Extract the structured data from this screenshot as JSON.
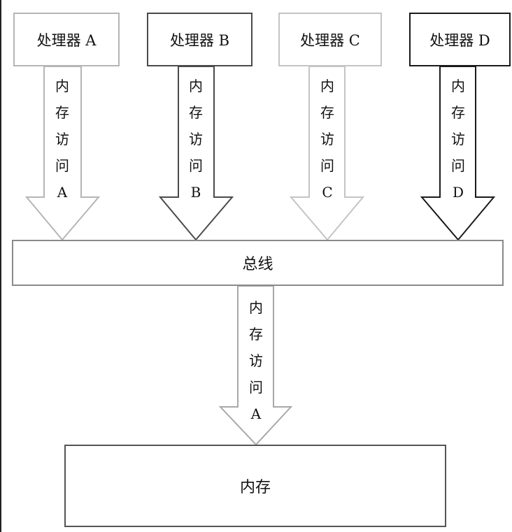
{
  "processors": [
    {
      "label": "处理器 A",
      "color": "#b5b5b5",
      "access": [
        "内",
        "存",
        "访",
        "问",
        "A"
      ]
    },
    {
      "label": "处理器 B",
      "color": "#4a4a4a",
      "access": [
        "内",
        "存",
        "访",
        "问",
        "B"
      ]
    },
    {
      "label": "处理器 C",
      "color": "#c4c4c4",
      "access": [
        "内",
        "存",
        "访",
        "问",
        "C"
      ]
    },
    {
      "label": "处理器 D",
      "color": "#1a1a1a",
      "access": [
        "内",
        "存",
        "访",
        "问",
        "D"
      ]
    }
  ],
  "bus": {
    "label": "总线",
    "color": "#8a8a8a"
  },
  "bus_access": {
    "color": "#a8a8a8",
    "access": [
      "内",
      "存",
      "访",
      "问",
      "A"
    ]
  },
  "memory": {
    "label": "内存",
    "color": "#555555"
  }
}
